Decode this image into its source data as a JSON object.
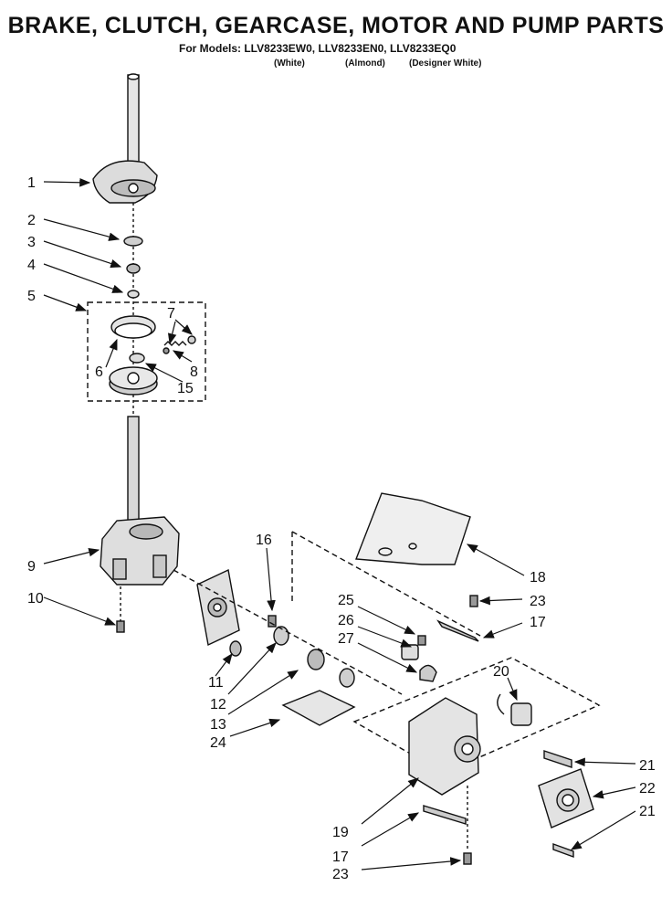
{
  "header": {
    "title": "BRAKE, CLUTCH, GEARCASE, MOTOR AND PUMP PARTS",
    "models_line": "For Models: LLV8233EW0, LLV8233EN0, LLV8233EQ0",
    "color_white": "(White)",
    "color_almond": "(Almond)",
    "color_designer_white": "(Designer White)"
  },
  "callouts": {
    "c1": "1",
    "c2": "2",
    "c3": "3",
    "c4": "4",
    "c5": "5",
    "c6": "6",
    "c7": "7",
    "c8": "8",
    "c9": "9",
    "c10": "10",
    "c11": "11",
    "c12": "12",
    "c13": "13",
    "c15": "15",
    "c16": "16",
    "c17a": "17",
    "c17b": "17",
    "c18": "18",
    "c19": "19",
    "c20": "20",
    "c21a": "21",
    "c21b": "21",
    "c22": "22",
    "c23a": "23",
    "c23b": "23",
    "c24": "24",
    "c25": "25",
    "c26": "26",
    "c27": "27"
  }
}
